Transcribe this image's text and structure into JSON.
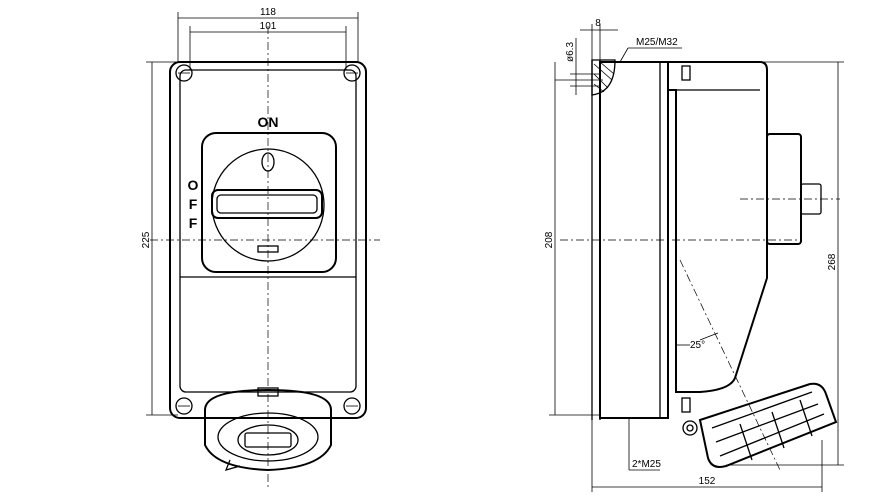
{
  "front_view": {
    "width_outer": "118",
    "width_inner": "101",
    "height": "225",
    "switch_on": "ON",
    "switch_off": [
      "O",
      "F",
      "F"
    ]
  },
  "side_view": {
    "depth_wall": "8",
    "hole_diameter": "ø6.3",
    "thread_top": "M25/M32",
    "height_mounting": "208",
    "height_total": "268",
    "angle": "25°",
    "thread_bottom": "2*M25",
    "depth_total": "152"
  }
}
